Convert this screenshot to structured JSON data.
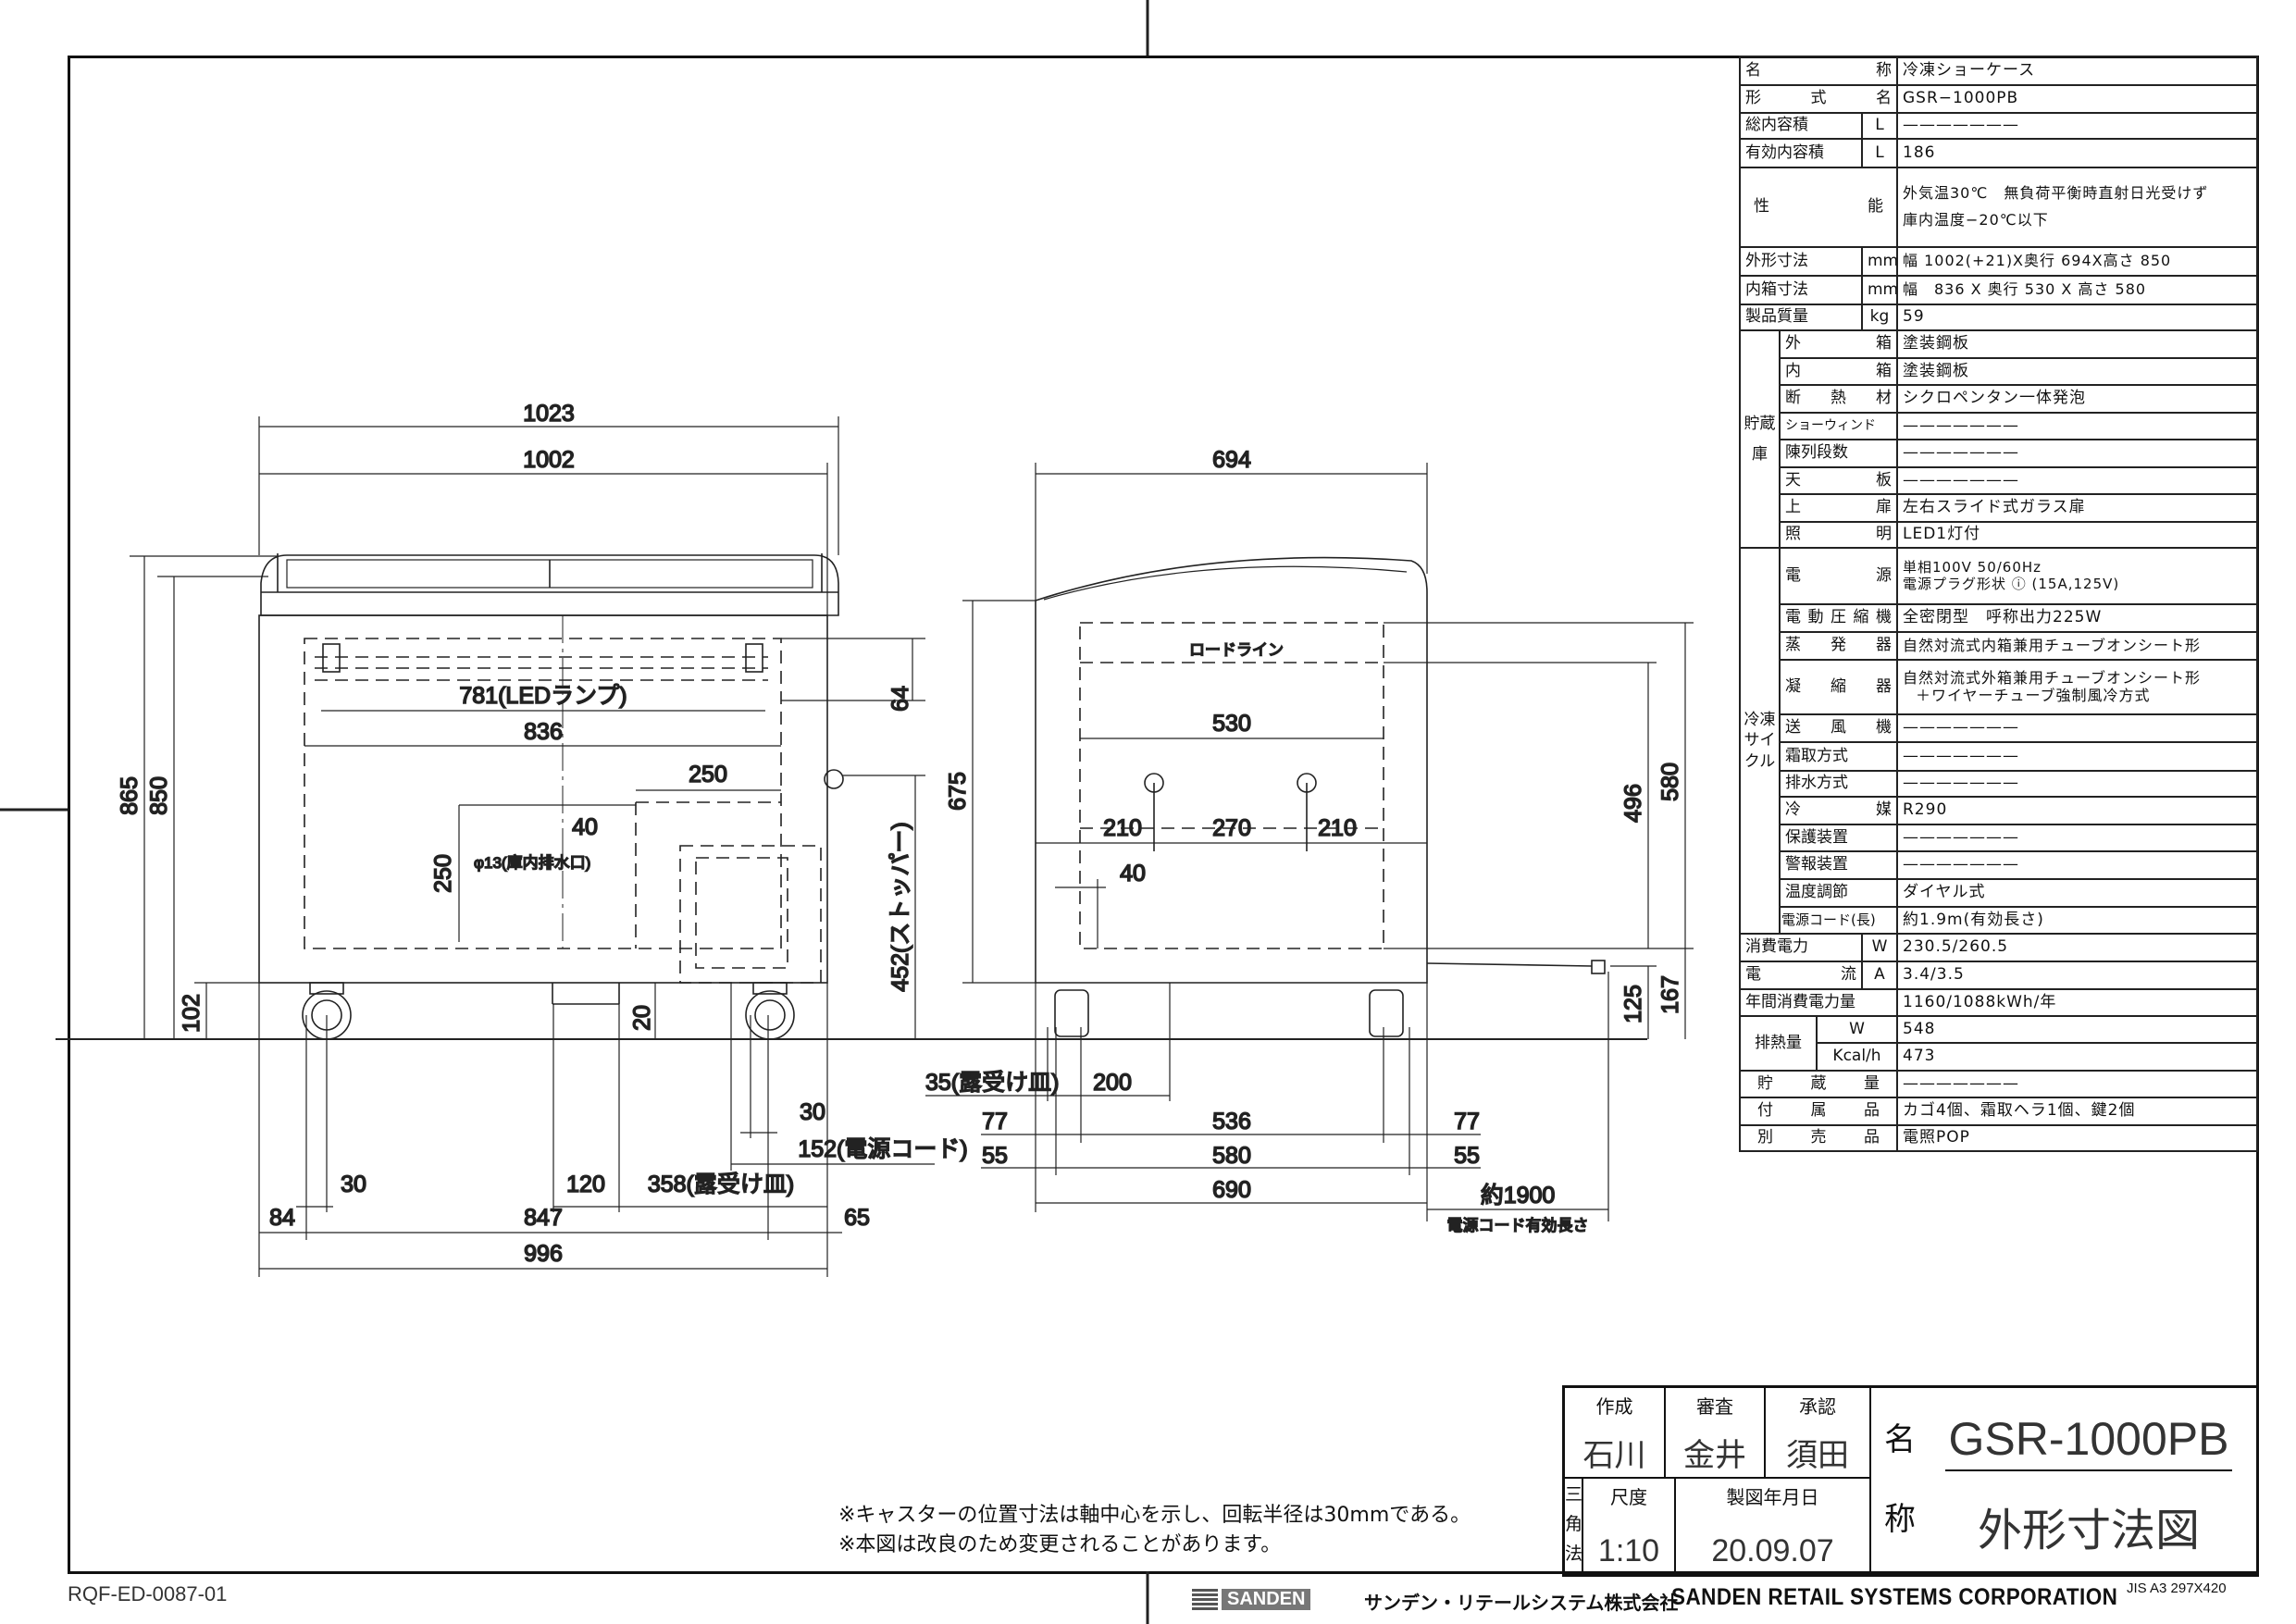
{
  "spec": {
    "name": {
      "label": "名　　称",
      "value": "冷凍ショーケース"
    },
    "model": {
      "label": "形　式　名",
      "value": "GSR−1000PB"
    },
    "total_volume": {
      "label": "総内容積",
      "unit": "L",
      "value": "———————"
    },
    "effective_volume": {
      "label": "有効内容積",
      "unit": "L",
      "value": "186"
    },
    "performance": {
      "label": "性　　能",
      "value1": "外気温30℃　無負荷平衡時直射日光受けず",
      "value2": "庫内温度−20℃以下"
    },
    "outer_dims": {
      "label": "外形寸法",
      "unit": "mm",
      "value": "幅 1002(+21)X奥行 694X高さ 850"
    },
    "inner_dims": {
      "label": "内箱寸法",
      "unit": "mm",
      "value": "幅　836 X 奥行 530 X 高さ 580"
    },
    "weight": {
      "label": "製品質量",
      "unit": "kg",
      "value": "59"
    },
    "storage_group": "貯蔵庫",
    "storage": [
      {
        "label": "外　　箱",
        "value": "塗装鋼板"
      },
      {
        "label": "内　　箱",
        "value": "塗装鋼板"
      },
      {
        "label": "断　熱　材",
        "value": "シクロペンタン一体発泡"
      },
      {
        "label": "ショーウィンド",
        "value": "———————"
      },
      {
        "label": "陳列段数",
        "value": "———————"
      },
      {
        "label": "天　　板",
        "value": "———————"
      },
      {
        "label": "上　　扉",
        "value": "左右スライド式ガラス扉"
      },
      {
        "label": "照　　明",
        "value": "LED1灯付"
      }
    ],
    "cycle_group": "冷凍サイクル",
    "power_source": {
      "label": "電　　源",
      "value1": "単相100V 50/60Hz",
      "value2": "電源プラグ形状 ⓘ (15A,125V)"
    },
    "cycle": [
      {
        "label": "電動圧縮機",
        "value": "全密閉型　呼称出力225W"
      },
      {
        "label": "蒸　発　器",
        "value": "自然対流式内箱兼用チューブオンシート形"
      }
    ],
    "condenser": {
      "label": "凝　縮　器",
      "value1": "自然対流式外箱兼用チューブオンシート形",
      "value2": "＋ワイヤーチューブ強制風冷方式"
    },
    "cycle2": [
      {
        "label": "送　風　機",
        "value": "———————"
      },
      {
        "label": "霜取方式",
        "value": "———————"
      },
      {
        "label": "排水方式",
        "value": "———————"
      },
      {
        "label": "冷　　媒",
        "value": "R290"
      },
      {
        "label": "保護装置",
        "value": "———————"
      },
      {
        "label": "警報装置",
        "value": "———————"
      },
      {
        "label": "温度調節",
        "value": "ダイヤル式"
      },
      {
        "label": "電源コード(長)",
        "value": "約1.9m(有効長さ)"
      }
    ],
    "power_consumption": {
      "label": "消費電力",
      "unit": "W",
      "value": "230.5/260.5"
    },
    "current": {
      "label": "電　　流",
      "unit": "A",
      "value": "3.4/3.5"
    },
    "annual_power": {
      "label": "年間消費電力量",
      "value": "1160/1088kWh/年"
    },
    "heat": {
      "label": "排熱量",
      "unit_w": "W",
      "value_w": "548",
      "unit_kcal": "Kcal/h",
      "value_kcal": "473"
    },
    "storage_amount": {
      "label": "貯　蔵　量",
      "value": "———————"
    },
    "accessories": {
      "label": "付　属　品",
      "value": "カゴ4個、霜取ヘラ1個、鍵2個"
    },
    "sold_separately": {
      "label": "別　売　品",
      "value": "電照POP"
    }
  },
  "front_view": {
    "d1023": "1023",
    "d1002": "1002",
    "d865": "865",
    "d850": "850",
    "d102": "102",
    "d781": "781(LEDランプ)",
    "d836": "836",
    "d250h": "250",
    "d250v": "250",
    "d40": "40",
    "drain": "φ13(庫内排水口)",
    "d64": "64",
    "d452": "452(ストッパー)",
    "d20": "20",
    "d30a": "30",
    "d120": "120",
    "d358": "358(露受け皿)",
    "d84": "84",
    "d847": "847",
    "d65": "65",
    "d996": "996",
    "d30b": "30",
    "d152": "152(電源コード)"
  },
  "side_view": {
    "d694": "694",
    "load_line": "ロードライン",
    "d530": "530",
    "d210a": "210",
    "d270": "270",
    "d210b": "210",
    "d40": "40",
    "d675": "675",
    "d496": "496",
    "d580v": "580",
    "d125": "125",
    "d167": "167",
    "d35": "35(露受け皿)",
    "d200": "200",
    "d77a": "77",
    "d536": "536",
    "d77b": "77",
    "d55a": "55",
    "d580": "580",
    "d55b": "55",
    "d690": "690",
    "d1900": "約1900",
    "cord_label": "電源コード有効長さ"
  },
  "notes": [
    "※キャスターの位置寸法は軸中心を示し、回転半径は30mmである。",
    "※本図は改良のため変更されることがあります。"
  ],
  "title_block": {
    "created_label": "作成",
    "created_by": "石川",
    "checked_label": "審査",
    "checked_by": "金井",
    "approved_label": "承認",
    "approved_by": "須田",
    "projection": "三角法",
    "scale_label": "尺度",
    "scale": "1:10",
    "date_label": "製図年月日",
    "date": "20.09.07",
    "name_label_1": "名",
    "name_label_2": "称",
    "model": "GSR-1000PB",
    "drawing_title": "外形寸法図"
  },
  "footer": {
    "doc_number": "RQF-ED-0087-01",
    "logo": "SANDEN",
    "company_jp": "サンデン・リテールシステム株式会社",
    "company_en": "SANDEN RETAIL SYSTEMS CORPORATION",
    "paper": "JIS A3 297X420"
  }
}
